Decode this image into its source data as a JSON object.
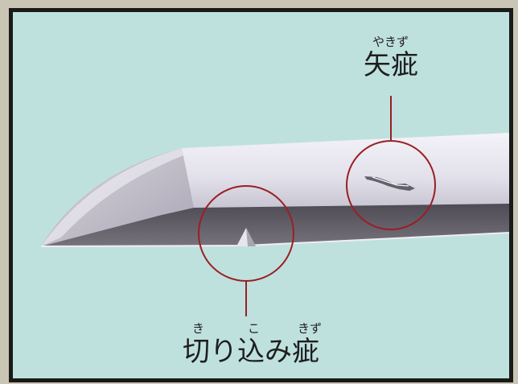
{
  "labels": {
    "yakizu": {
      "ruby": "やきず",
      "text": "矢疵"
    },
    "kirikomi": {
      "ruby_ki": "き",
      "ruby_ko": "こ",
      "ruby_kizu": "きず",
      "text": "切り込み疵"
    }
  },
  "colors": {
    "background": "#bfe1de",
    "frame": "#1a1a1a",
    "outer": "#c9c6b6",
    "callout": "#9a1f24",
    "blade_light": "#eceaf2",
    "blade_mid": "#c9c6d4",
    "blade_dark": "#5c5862"
  }
}
